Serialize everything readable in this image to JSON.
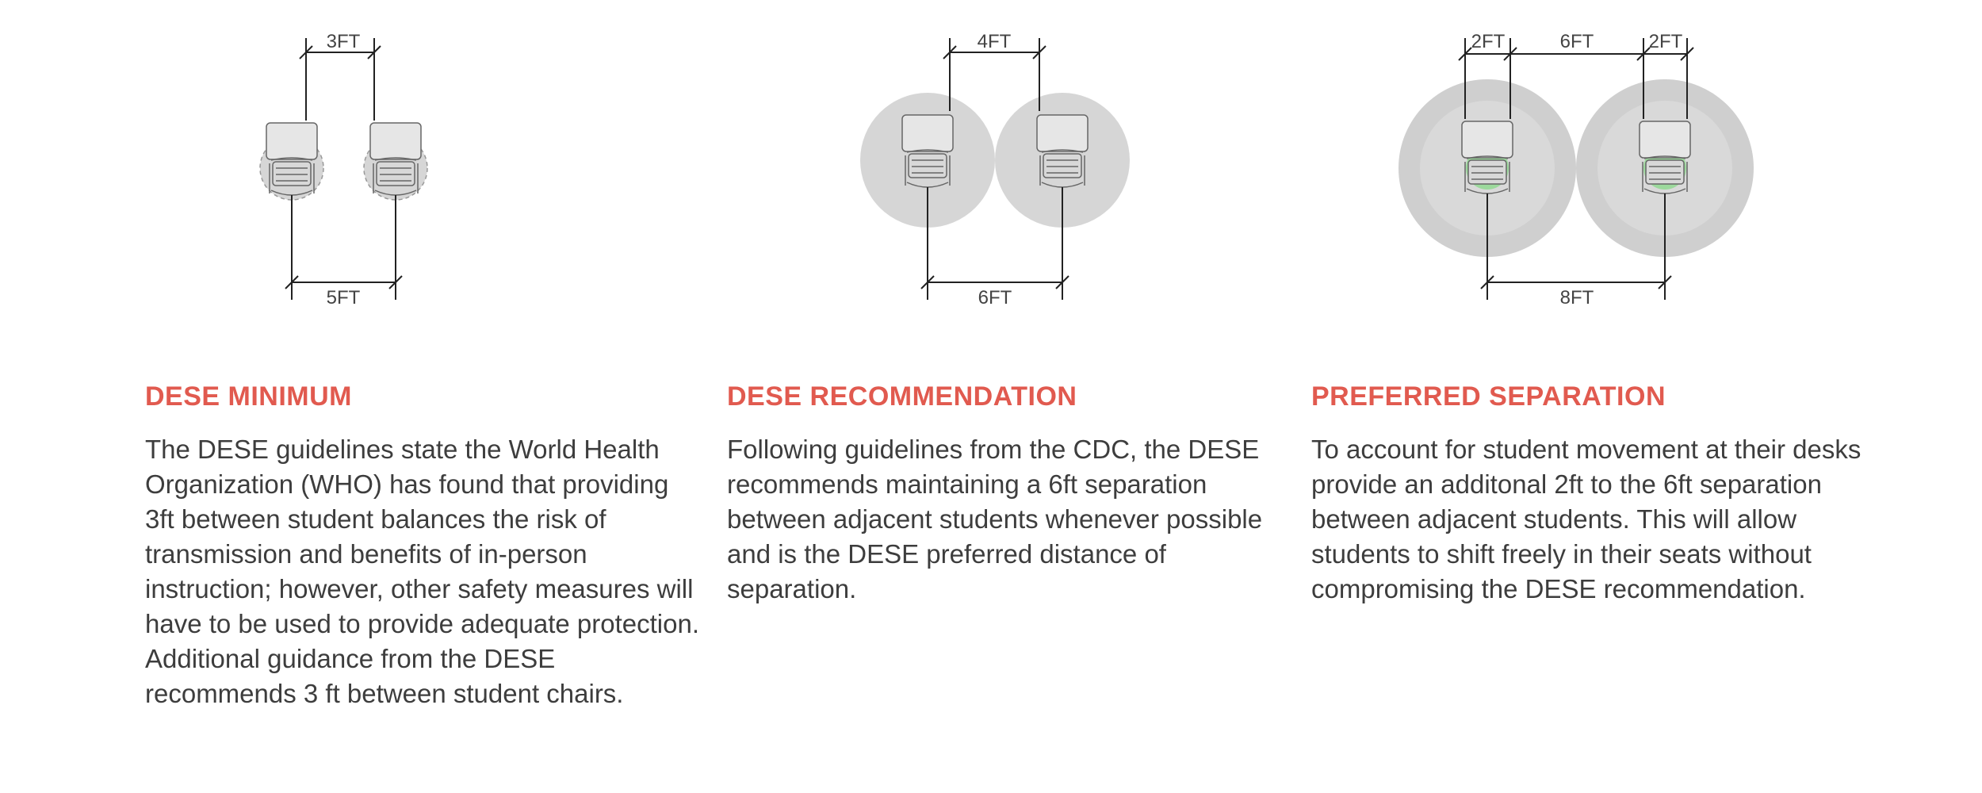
{
  "diagrams": {
    "minimum": {
      "top_label": "3FT",
      "bottom_label": "5FT"
    },
    "recommendation": {
      "top_label": "4FT",
      "bottom_label": "6FT"
    },
    "preferred": {
      "top_left_label": "2FT",
      "top_mid_label": "6FT",
      "top_right_label": "2FT",
      "bottom_label": "8FT"
    }
  },
  "panels": [
    {
      "title": "DESE MINIMUM",
      "body": "The DESE guidelines state the World Health Organization (WHO) has found that providing 3ft between student balances the risk of transmission and benefits of in-person instruction; however, other safety measures will have to be used to provide adequate protection. Additional guidance from the DESE recommends 3 ft between student chairs."
    },
    {
      "title": "DESE RECOMMENDATION",
      "body": "Following guidelines from the CDC, the DESE recommends maintaining a 6ft separation between adjacent students whenever possible and is the DESE preferred distance of separation."
    },
    {
      "title": "PREFERRED SEPARATION",
      "body": "To account for student movement at their desks provide an additonal 2ft to the 6ft separation between adjacent students. This will allow students to shift freely in their seats without compromising the DESE recommendation."
    }
  ],
  "colors": {
    "title": "#e15a4f",
    "body_text": "#3d3d3d",
    "zone_fill": "#d6d6d6",
    "outer_zone_fill": "#cfcfcf",
    "movement_fill": "#90d890",
    "line": "#222222"
  }
}
